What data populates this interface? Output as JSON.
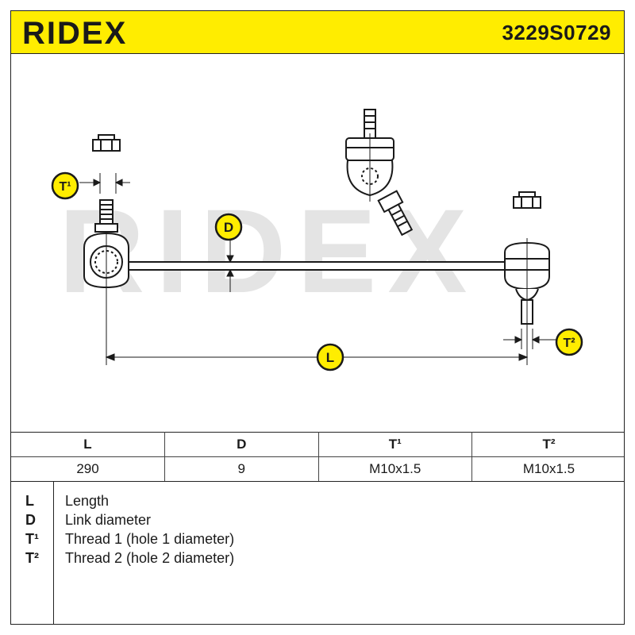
{
  "brand": {
    "logo_text": "RIDEX",
    "watermark_text": "RIDEX",
    "accent_color": "#ffed00",
    "part_number": "3229S0729"
  },
  "diagram": {
    "labels": {
      "t1": "T¹",
      "t2": "T²",
      "d": "D",
      "l": "L"
    }
  },
  "spec_table": {
    "headers": [
      "L",
      "D",
      "T¹",
      "T²"
    ],
    "values": [
      "290",
      "9",
      "M10x1.5",
      "M10x1.5"
    ]
  },
  "legend": [
    {
      "key": "L",
      "desc": "Length"
    },
    {
      "key": "D",
      "desc": "Link diameter"
    },
    {
      "key": "T¹",
      "desc": "Thread 1 (hole 1 diameter)"
    },
    {
      "key": "T²",
      "desc": "Thread 2 (hole 2 diameter)"
    }
  ]
}
